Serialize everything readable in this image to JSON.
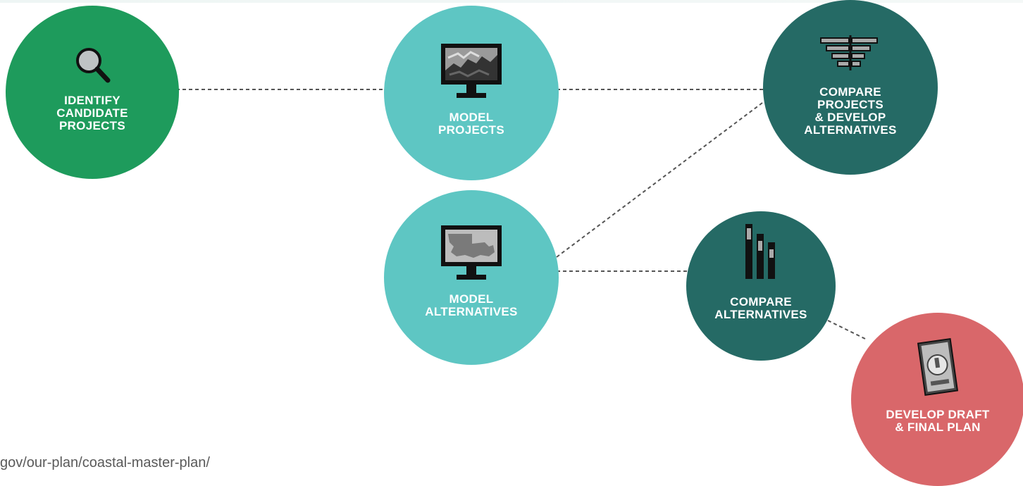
{
  "nodes": {
    "identify": {
      "label": "IDENTIFY\nCANDIDATE\nPROJECTS",
      "color": "#1e9b5c",
      "icon": "magnifier-icon"
    },
    "model_projects": {
      "label": "MODEL\nPROJECTS",
      "color": "#5ec6c3",
      "icon": "monitor-icon"
    },
    "compare_projects": {
      "label": "COMPARE\nPROJECTS\n& DEVELOP\nALTERNATIVES",
      "color": "#256a65",
      "icon": "bar-compare-icon"
    },
    "model_alternatives": {
      "label": "MODEL\nALTERNATIVES",
      "color": "#5ec6c3",
      "icon": "monitor-map-icon"
    },
    "compare_alternatives": {
      "label": "COMPARE\nALTERNATIVES",
      "color": "#256a65",
      "icon": "vertical-bars-icon"
    },
    "develop_plan": {
      "label": "DEVELOP DRAFT\n& FINAL PLAN",
      "color": "#d9676a",
      "icon": "plan-book-icon"
    }
  },
  "footer": {
    "url_text": "gov/our-plan/coastal-master-plan/"
  }
}
